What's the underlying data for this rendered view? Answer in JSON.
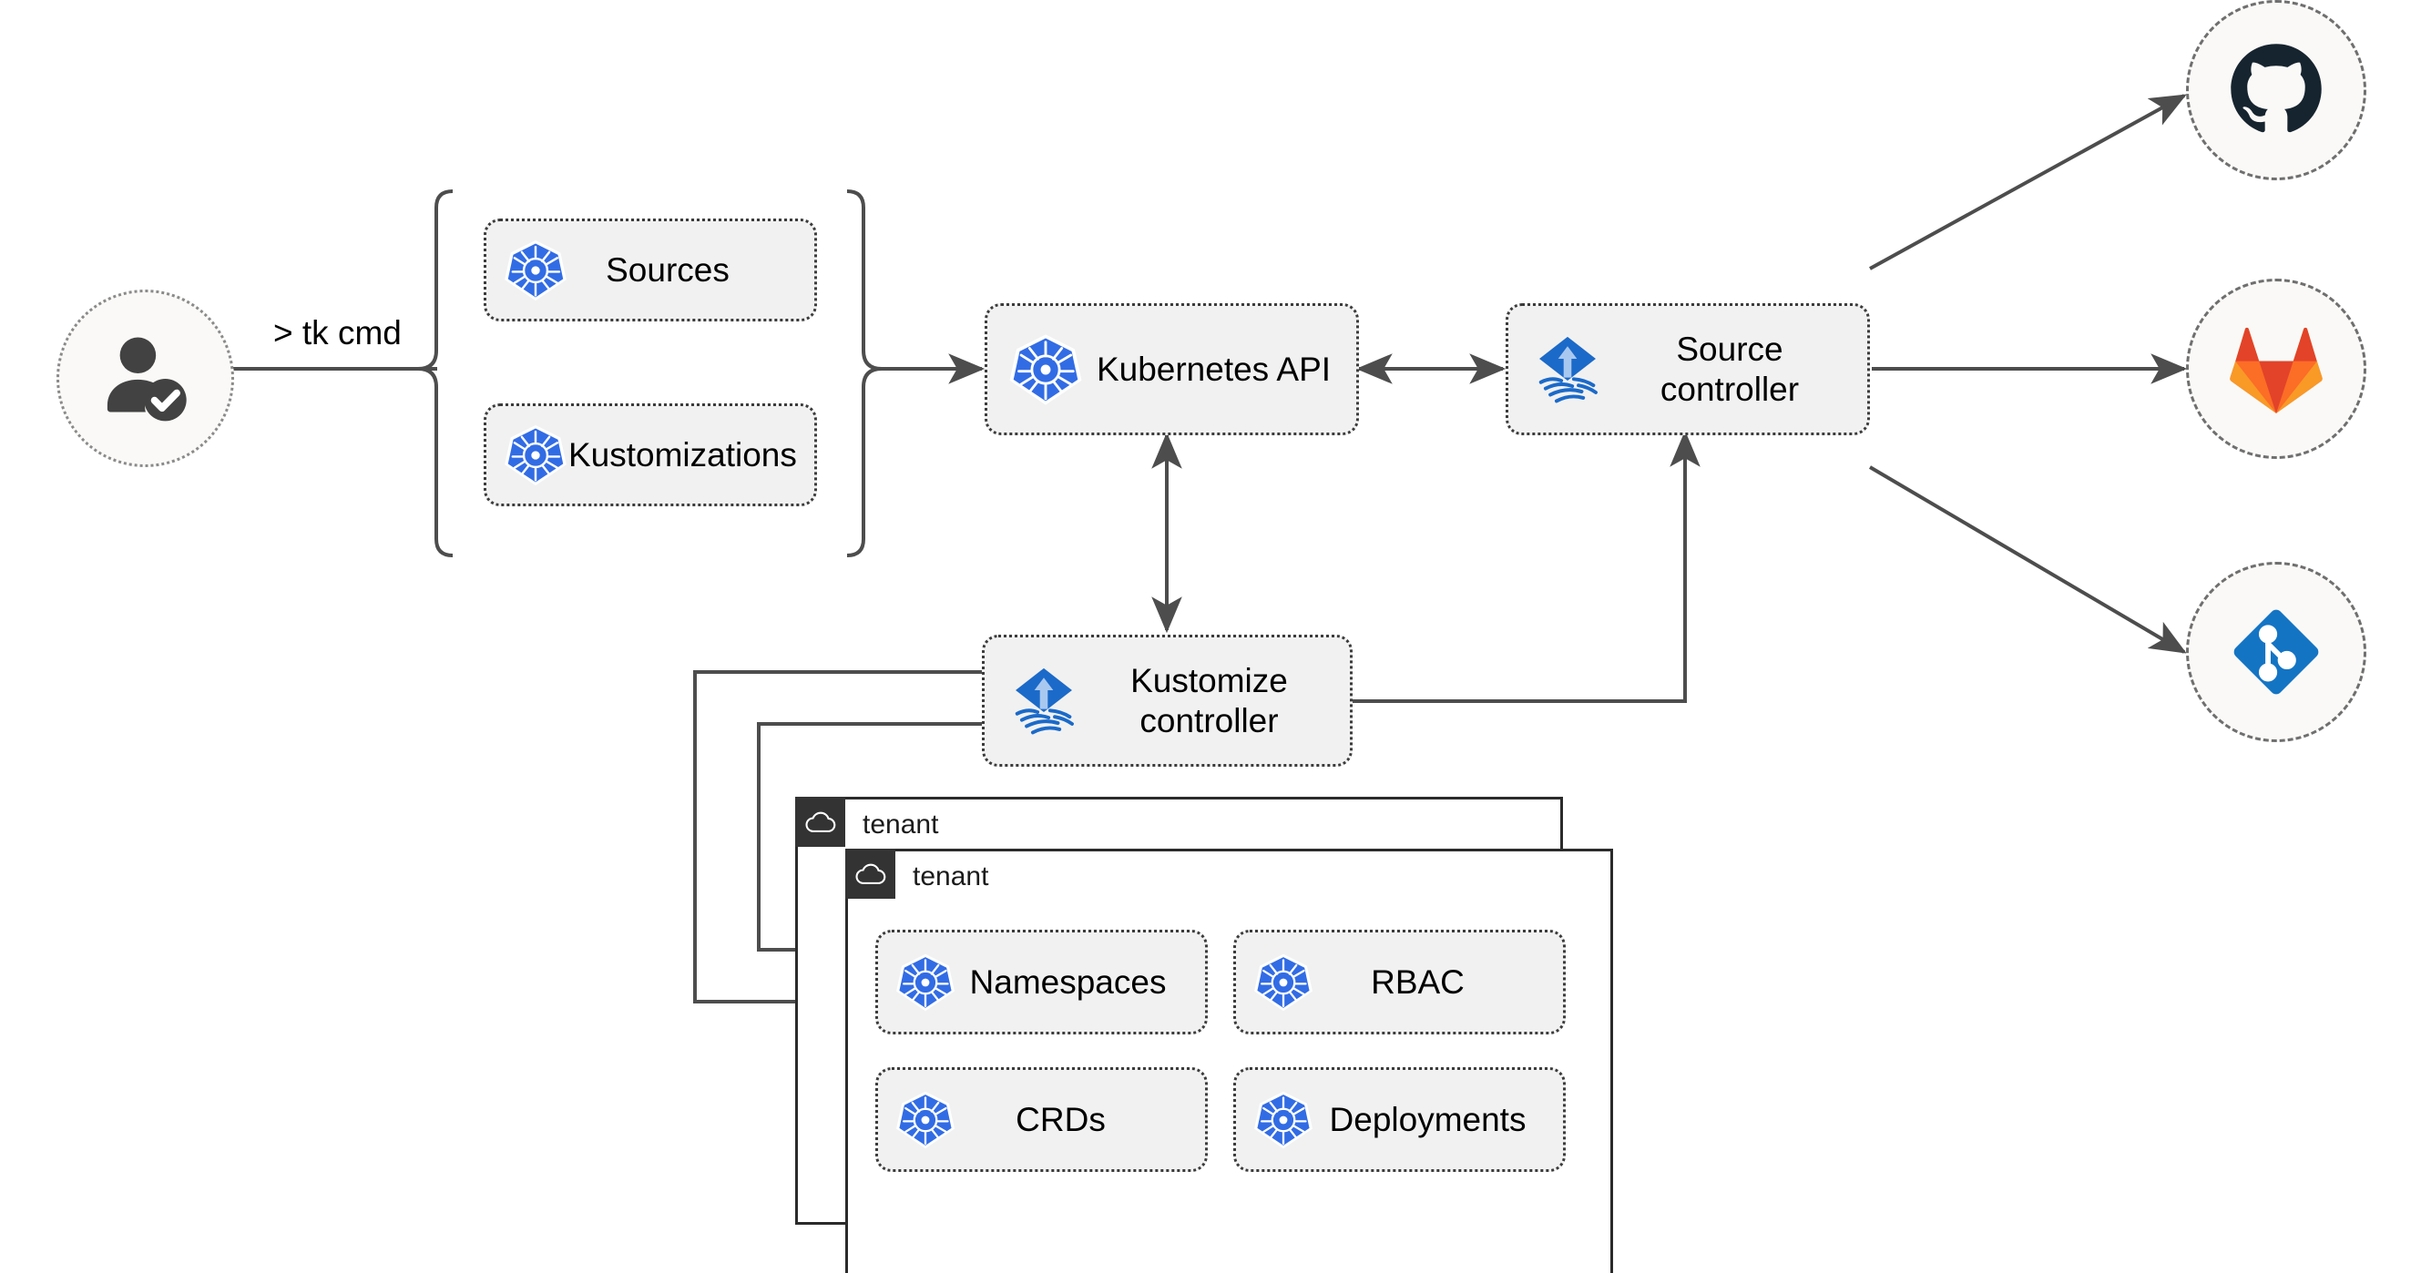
{
  "diagram": {
    "title": "Flux GitOps multi-tenancy architecture",
    "accent_blue": "#1b6ac9",
    "k8s_blue": "#326ce5",
    "git_blue": "#1474c4",
    "github_dark": "#16242f",
    "gitlab_red": "#e24329",
    "gitlab_orange": "#fc6d26",
    "gitlab_amber": "#fca326",
    "line_gray": "#4d4d4d",
    "card_fill": "#f1f1f1",
    "circle_fill": "#faf9f7",
    "tenant_tab_fill": "#333333"
  },
  "user": {
    "icon": "user-check-icon",
    "command_label": "> tk cmd"
  },
  "crd_group": {
    "items": [
      {
        "label": "Sources",
        "icon": "kubernetes-icon"
      },
      {
        "label": "Kustomizations",
        "icon": "kubernetes-icon"
      }
    ]
  },
  "core": {
    "kubernetes_api": {
      "label": "Kubernetes API",
      "icon": "kubernetes-icon"
    },
    "source_controller": {
      "label": "Source\ncontroller",
      "icon": "flux-icon"
    },
    "kustomize_controller": {
      "label": "Kustomize\ncontroller",
      "icon": "flux-icon"
    }
  },
  "providers": [
    {
      "name": "github",
      "icon": "github-icon"
    },
    {
      "name": "gitlab",
      "icon": "gitlab-icon"
    },
    {
      "name": "git",
      "icon": "git-icon"
    }
  ],
  "tenants": [
    {
      "title": "tenant",
      "icon": "cloud-icon",
      "resources": []
    },
    {
      "title": "tenant",
      "icon": "cloud-icon",
      "resources": [
        {
          "label": "Namespaces",
          "icon": "kubernetes-icon"
        },
        {
          "label": "RBAC",
          "icon": "kubernetes-icon"
        },
        {
          "label": "CRDs",
          "icon": "kubernetes-icon"
        },
        {
          "label": "Deployments",
          "icon": "kubernetes-icon"
        }
      ]
    }
  ]
}
